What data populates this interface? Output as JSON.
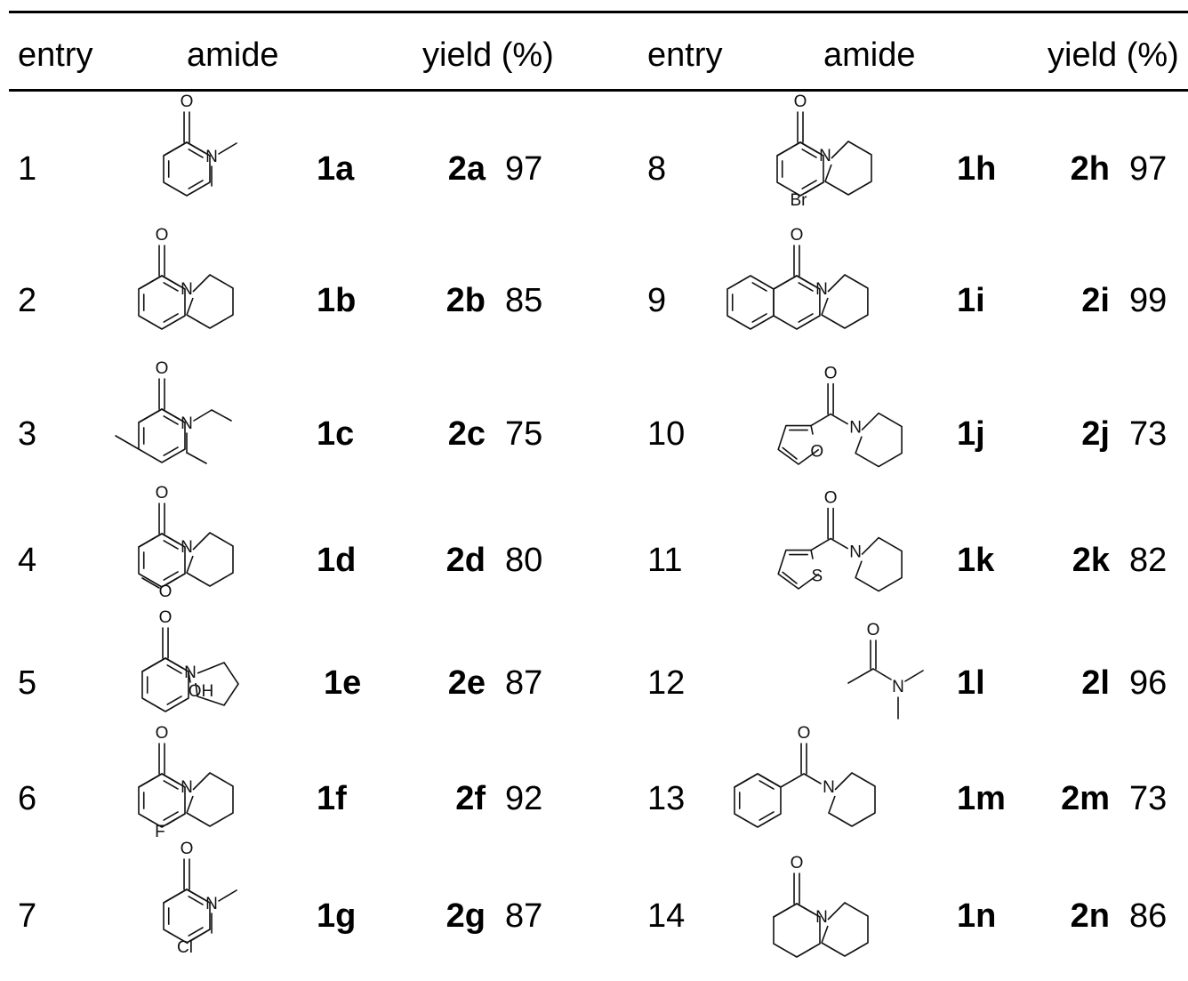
{
  "headers": {
    "left": {
      "entry": "entry",
      "amide": "amide",
      "yield": "yield (%)"
    },
    "right": {
      "entry": "entry",
      "amide": "amide",
      "yield": "yield (%)"
    }
  },
  "rows": [
    {
      "entry": "1",
      "amide": "1a",
      "product": "2a",
      "yield": "97"
    },
    {
      "entry": "2",
      "amide": "1b",
      "product": "2b",
      "yield": "85"
    },
    {
      "entry": "3",
      "amide": "1c",
      "product": "2c",
      "yield": "75"
    },
    {
      "entry": "4",
      "amide": "1d",
      "product": "2d",
      "yield": "80"
    },
    {
      "entry": "5",
      "amide": "1e",
      "product": "2e",
      "yield": "87"
    },
    {
      "entry": "6",
      "amide": "1f",
      "product": "2f",
      "yield": "92"
    },
    {
      "entry": "7",
      "amide": "1g",
      "product": "2g",
      "yield": "87"
    },
    {
      "entry": "8",
      "amide": "1h",
      "product": "2h",
      "yield": "97"
    },
    {
      "entry": "9",
      "amide": "1i",
      "product": "2i",
      "yield": "99"
    },
    {
      "entry": "10",
      "amide": "1j",
      "product": "2j",
      "yield": "73"
    },
    {
      "entry": "11",
      "amide": "1k",
      "product": "2k",
      "yield": "82"
    },
    {
      "entry": "12",
      "amide": "1l",
      "product": "2l",
      "yield": "96"
    },
    {
      "entry": "13",
      "amide": "1m",
      "product": "2m",
      "yield": "73"
    },
    {
      "entry": "14",
      "amide": "1n",
      "product": "2n",
      "yield": "86"
    }
  ],
  "atom_labels": {
    "oxygen": "O",
    "nitrogen": "N",
    "bromine": "Br",
    "fluorine": "F",
    "chlorine": "Cl",
    "sulfur": "S",
    "hydroxyl": "OH"
  }
}
